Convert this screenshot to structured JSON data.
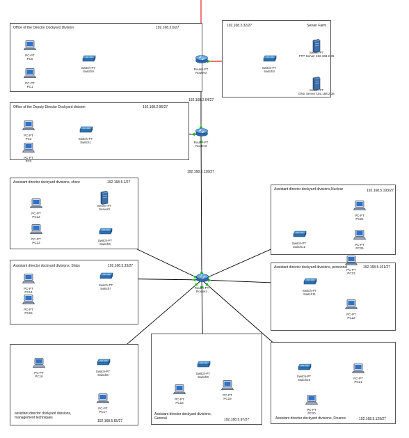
{
  "zones": [
    {
      "id": "z-dir",
      "title": "Office of the Director Dockyard Division",
      "ip": "192.168.2.0/27"
    },
    {
      "id": "z-farm",
      "title": "Server Farm",
      "ip": "192.168.2.32/27"
    },
    {
      "id": "z-deputy",
      "title": "Office of the Deputy Director Dockyard division",
      "ip": "192.168.2.96/27"
    },
    {
      "id": "z-shore",
      "title": "Assistant director dockyard divisions, shore",
      "ip": "192.168.5.1/27"
    },
    {
      "id": "z-nuclear",
      "title": "Assistant director dockyard divisions,Nuclear",
      "ip": "192.168.5.193/27"
    },
    {
      "id": "z-ships",
      "title": "Assistant director dockyard divisions, Ships",
      "ip": "192.168.5.33/27"
    },
    {
      "id": "z-personnel",
      "title": "Assistant director dockyard divisions, personnel",
      "ip": "192.168.5.161/27"
    },
    {
      "id": "z-mgmt",
      "title": "assistant director dockyard divisions, management techniques",
      "ip": "192.168.5.65/27"
    },
    {
      "id": "z-general",
      "title": "Assistant director dockyard divisions, General",
      "ip": "192.168.5.97/27"
    },
    {
      "id": "z-finance",
      "title": "Assistant director dockyard divisions, Finance",
      "ip": "192.168.5.129/27"
    }
  ],
  "networks": [
    "192.168.2.64/27",
    "192.168.2.128/27"
  ],
  "devices": [
    {
      "id": "pc0",
      "kind": "pc",
      "type": "PC-PT",
      "name": "PC0"
    },
    {
      "id": "pc1",
      "kind": "pc",
      "type": "PC-PT",
      "name": "PC1"
    },
    {
      "id": "sw0",
      "kind": "switch",
      "type": "Switch-PT",
      "name": "Switch0"
    },
    {
      "id": "r0",
      "kind": "router",
      "type": "Router-PT",
      "name": "Router0"
    },
    {
      "id": "sw3",
      "kind": "switch",
      "type": "Switch-PT",
      "name": "Switch3"
    },
    {
      "id": "ftp",
      "kind": "server",
      "type": "Server-PT",
      "name": "FTP Server 192.168.2.35"
    },
    {
      "id": "dns",
      "kind": "server",
      "type": "Server-PT",
      "name": "DNS Server 192.168.2.36"
    },
    {
      "id": "pc2",
      "kind": "pc",
      "type": "PC-PT",
      "name": "PC2"
    },
    {
      "id": "pc3",
      "kind": "pc",
      "type": "PC-PT",
      "name": "PC3"
    },
    {
      "id": "sw1",
      "kind": "switch",
      "type": "Switch-PT",
      "name": "Switch1"
    },
    {
      "id": "r3",
      "kind": "router",
      "type": "Router-PT",
      "name": "Router3"
    },
    {
      "id": "pc12",
      "kind": "pc",
      "type": "PC-PT",
      "name": "PC12"
    },
    {
      "id": "pc13",
      "kind": "pc",
      "type": "PC-PT",
      "name": "PC13"
    },
    {
      "id": "srv0",
      "kind": "server",
      "type": "Server-PT",
      "name": "Server0"
    },
    {
      "id": "sw6",
      "kind": "switch",
      "type": "Switch-PT",
      "name": "Switch6"
    },
    {
      "id": "pc24",
      "kind": "pc",
      "type": "PC-PT",
      "name": "PC24"
    },
    {
      "id": "pc25",
      "kind": "pc",
      "type": "PC-PT",
      "name": "PC25"
    },
    {
      "id": "sw12",
      "kind": "switch",
      "type": "Switch-PT",
      "name": "Switch12"
    },
    {
      "id": "pc14",
      "kind": "pc",
      "type": "PC-PT",
      "name": "PC14"
    },
    {
      "id": "pc15",
      "kind": "pc",
      "type": "PC-PT",
      "name": "PC15"
    },
    {
      "id": "sw7",
      "kind": "switch",
      "type": "Switch-PT",
      "name": "Switch7"
    },
    {
      "id": "r4",
      "kind": "router",
      "type": "Router-PT",
      "name": "Router4"
    },
    {
      "id": "sw11",
      "kind": "switch",
      "type": "Switch-PT",
      "name": "Switch11"
    },
    {
      "id": "pc23",
      "kind": "pc",
      "type": "PC-PT",
      "name": "PC23"
    },
    {
      "id": "pc22",
      "kind": "pc",
      "type": "PC-PT",
      "name": "PC22"
    },
    {
      "id": "pc16",
      "kind": "pc",
      "type": "PC-PT",
      "name": "PC16"
    },
    {
      "id": "sw8",
      "kind": "switch",
      "type": "Switch-PT",
      "name": "Switch8"
    },
    {
      "id": "pc17",
      "kind": "pc",
      "type": "PC-PT",
      "name": "PC17"
    },
    {
      "id": "sw9",
      "kind": "switch",
      "type": "Switch-PT",
      "name": "Switch9"
    },
    {
      "id": "pc18",
      "kind": "pc",
      "type": "PC-PT",
      "name": "PC18"
    },
    {
      "id": "pc19",
      "kind": "pc",
      "type": "PC-PT",
      "name": "PC19"
    },
    {
      "id": "sw10",
      "kind": "switch",
      "type": "Switch-PT",
      "name": "Switch10"
    },
    {
      "id": "pc21",
      "kind": "pc",
      "type": "PC-PT",
      "name": "PC21"
    },
    {
      "id": "pc20",
      "kind": "pc",
      "type": "PC-PT",
      "name": "PC20"
    }
  ],
  "links": [
    {
      "from": "pc0",
      "to": "sw0",
      "color": "#000000"
    },
    {
      "from": "pc1",
      "to": "sw0",
      "color": "#000000"
    },
    {
      "from": "sw0",
      "to": "r0",
      "color": "#000000"
    },
    {
      "from": "r0",
      "to": "sw3",
      "color": "#e02020"
    },
    {
      "from": "sw3",
      "to": "ftp",
      "color": "#000000"
    },
    {
      "from": "sw3",
      "to": "dns",
      "color": "#000000"
    },
    {
      "from": "r0",
      "to": "r3",
      "color": "#000000"
    },
    {
      "from": "pc2",
      "to": "sw1",
      "color": "#000000"
    },
    {
      "from": "pc3",
      "to": "sw1",
      "color": "#000000"
    },
    {
      "from": "sw1",
      "to": "r3",
      "color": "#000000"
    },
    {
      "from": "r3",
      "to": "r4",
      "color": "#000000"
    },
    {
      "from": "pc12",
      "to": "sw6",
      "color": "#000000"
    },
    {
      "from": "pc13",
      "to": "sw6",
      "color": "#000000"
    },
    {
      "from": "srv0",
      "to": "sw6",
      "color": "#000000"
    },
    {
      "from": "sw6",
      "to": "r4",
      "color": "#000000"
    },
    {
      "from": "pc24",
      "to": "sw12",
      "color": "#000000"
    },
    {
      "from": "pc25",
      "to": "sw12",
      "color": "#000000"
    },
    {
      "from": "sw12",
      "to": "r4",
      "color": "#000000"
    },
    {
      "from": "pc14",
      "to": "sw7",
      "color": "#000000"
    },
    {
      "from": "pc15",
      "to": "sw7",
      "color": "#000000"
    },
    {
      "from": "sw7",
      "to": "r4",
      "color": "#000000"
    },
    {
      "from": "r4",
      "to": "sw11",
      "color": "#000000"
    },
    {
      "from": "sw11",
      "to": "pc23",
      "color": "#000000"
    },
    {
      "from": "sw11",
      "to": "pc22",
      "color": "#000000"
    },
    {
      "from": "pc16",
      "to": "sw8",
      "color": "#000000"
    },
    {
      "from": "sw8",
      "to": "pc17",
      "color": "#000000"
    },
    {
      "from": "sw8",
      "to": "r4",
      "color": "#000000"
    },
    {
      "from": "r4",
      "to": "sw9",
      "color": "#000000"
    },
    {
      "from": "sw9",
      "to": "pc18",
      "color": "#000000"
    },
    {
      "from": "sw9",
      "to": "pc19",
      "color": "#000000"
    },
    {
      "from": "r4",
      "to": "sw10",
      "color": "#000000"
    },
    {
      "from": "sw10",
      "to": "pc21",
      "color": "#000000"
    },
    {
      "from": "sw10",
      "to": "pc20",
      "color": "#000000"
    },
    {
      "from": "r0",
      "to": "top",
      "color": "#e02020"
    }
  ],
  "colors": {
    "link_up": "#2bb52b",
    "link_red": "#e02020",
    "device_blue": "#2f73c9",
    "router_blue": "#3a7bc8",
    "zone_border": "#555555"
  }
}
